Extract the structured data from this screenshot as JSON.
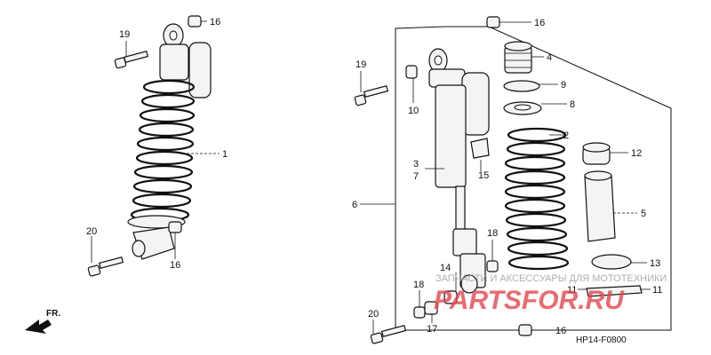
{
  "callouts": {
    "c1": "1",
    "c2": "2",
    "c3": "3",
    "c4": "4",
    "c5": "5",
    "c6": "6",
    "c7": "7",
    "c8": "8",
    "c9": "9",
    "c10": "10",
    "c11a": "11",
    "c11b": "11",
    "c12": "12",
    "c13": "13",
    "c14": "14",
    "c15": "15",
    "c16a": "16",
    "c16b": "16",
    "c16c": "16",
    "c16d": "16",
    "c17": "17",
    "c18a": "18",
    "c18b": "18",
    "c19a": "19",
    "c19b": "19",
    "c20a": "20",
    "c20b": "20"
  },
  "front_label": "FR.",
  "diagram_code": "HP14-F0800",
  "watermark": {
    "line1": "ЗАПЧАСТИ И АКСЕССУАРЫ ДЛЯ МОТОТЕХНИКИ",
    "line2": "PARTSFOR.RU",
    "color": "#e2474d"
  }
}
